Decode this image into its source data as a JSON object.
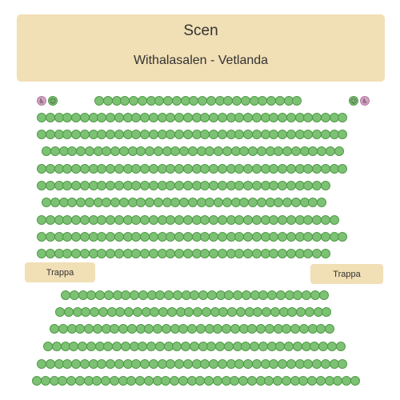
{
  "stage": {
    "label": "Scen",
    "venue": "Withalasalen - Vetlanda"
  },
  "stairs": {
    "left_label": "Trappa",
    "right_label": "Trappa"
  },
  "legend_colors": {
    "available": "#7dc274",
    "wheelchair": "#d4a2c3"
  },
  "rows": [
    {
      "id": "r1",
      "seats": 24,
      "special_left": [
        "wheelchair-icon",
        "companion-icon"
      ],
      "special_right": [
        "companion-icon",
        "wheelchair-icon"
      ]
    },
    {
      "id": "r2",
      "seats": 36
    },
    {
      "id": "r3",
      "seats": 36
    },
    {
      "id": "r4",
      "seats": 35
    },
    {
      "id": "r5",
      "seats": 36
    },
    {
      "id": "r6",
      "seats": 34
    },
    {
      "id": "r7",
      "seats": 33
    },
    {
      "id": "r8",
      "seats": 35
    },
    {
      "id": "r9",
      "seats": 36
    },
    {
      "id": "r10",
      "seats": 34
    },
    {
      "id": "r11",
      "seats": 31
    },
    {
      "id": "r12",
      "seats": 32
    },
    {
      "id": "r13",
      "seats": 33
    },
    {
      "id": "r14",
      "seats": 35
    },
    {
      "id": "r15",
      "seats": 36
    },
    {
      "id": "r16",
      "seats": 38
    }
  ]
}
